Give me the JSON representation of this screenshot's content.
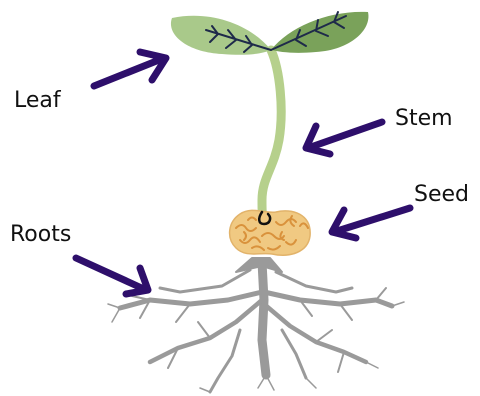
{
  "labels": {
    "leaf": "Leaf",
    "stem": "Stem",
    "seed": "Seed",
    "roots": "Roots"
  },
  "colors": {
    "leaf_light": "#a9c98a",
    "leaf_dark": "#7aa25a",
    "leaf_vein": "#1e2a4a",
    "stem": "#b6d08c",
    "seed_fill": "#f0c982",
    "seed_pattern": "#d9923c",
    "roots": "#9a9a9a",
    "arrow": "#2e0f6b"
  }
}
